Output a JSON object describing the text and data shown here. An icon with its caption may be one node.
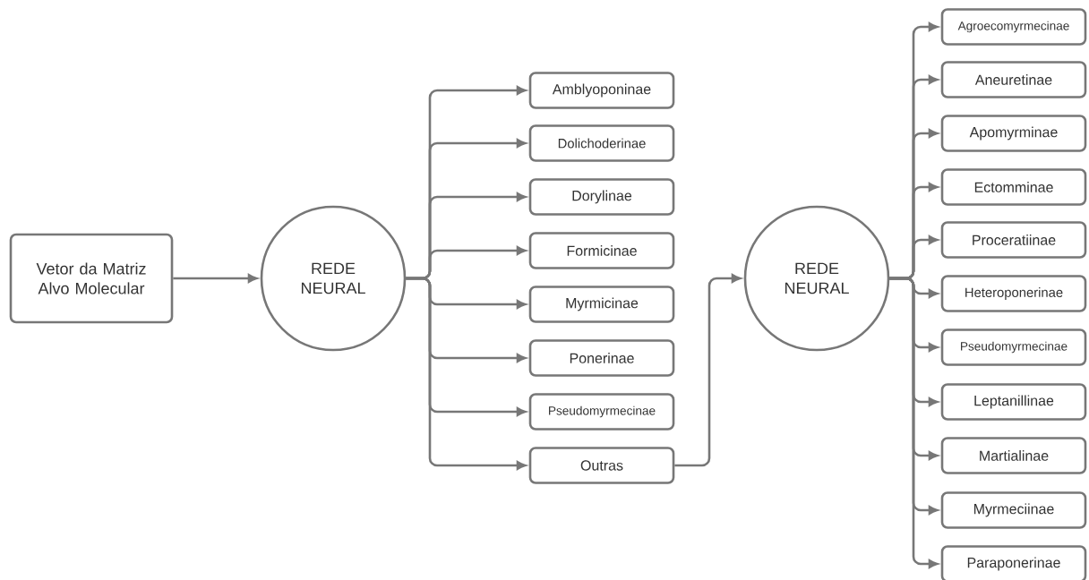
{
  "diagram": {
    "nodes": [
      {
        "text": [
          "Vetor da Matriz Alvo Molecular"
        ]
      },
      {
        "text": [
          "REDE NEURAL"
        ]
      },
      {
        "text": [
          "Amblyoponinae"
        ]
      },
      {
        "text": [
          "Dolichoderinae"
        ]
      },
      {
        "text": [
          "Dorylinae"
        ]
      },
      {
        "text": [
          "Formicinae"
        ]
      },
      {
        "text": [
          "Myrmicinae"
        ]
      },
      {
        "text": [
          "Ponerinae"
        ]
      },
      {
        "text": [
          "Pseudomyrmecinae"
        ]
      },
      {
        "text": [
          "Outras"
        ]
      },
      {
        "text": [
          "REDE NEURAL"
        ]
      },
      {
        "text": [
          "Agroecomyrmecinae"
        ]
      },
      {
        "text": [
          "Aneuretinae"
        ]
      },
      {
        "text": [
          "Apomyrminae"
        ]
      },
      {
        "text": [
          "Ectomminae"
        ]
      },
      {
        "text": [
          "Proceratiinae"
        ]
      },
      {
        "text": [
          "Heteroponerinae"
        ]
      },
      {
        "text": [
          "Pseudomyrmecinae"
        ]
      },
      {
        "text": [
          "Leptanillinae"
        ]
      },
      {
        "text": [
          "Martialinae"
        ]
      },
      {
        "text": [
          "Myrmeciinae"
        ]
      },
      {
        "text": [
          "Paraponerinae"
        ]
      }
    ],
    "edges": [
      {
        "from": 0,
        "to": 1,
        "arrow": "to"
      },
      {
        "from": 1,
        "to": 2,
        "arrow": "to"
      },
      {
        "from": 1,
        "to": 3,
        "arrow": "to"
      },
      {
        "from": 1,
        "to": 4,
        "arrow": "to"
      },
      {
        "from": 1,
        "to": 5,
        "arrow": "to"
      },
      {
        "from": 1,
        "to": 6,
        "arrow": "to"
      },
      {
        "from": 1,
        "to": 7,
        "arrow": "to"
      },
      {
        "from": 1,
        "to": 8,
        "arrow": "to"
      },
      {
        "from": 1,
        "to": 9,
        "arrow": "to"
      },
      {
        "from": 9,
        "to": 10,
        "arrow": "to"
      },
      {
        "from": 10,
        "to": 11,
        "arrow": "to"
      },
      {
        "from": 10,
        "to": 12,
        "arrow": "to"
      },
      {
        "from": 10,
        "to": 13,
        "arrow": "to"
      },
      {
        "from": 10,
        "to": 14,
        "arrow": "to"
      },
      {
        "from": 10,
        "to": 15,
        "arrow": "to"
      },
      {
        "from": 10,
        "to": 16,
        "arrow": "to"
      },
      {
        "from": 10,
        "to": 17,
        "arrow": "to"
      },
      {
        "from": 10,
        "to": 18,
        "arrow": "to"
      },
      {
        "from": 10,
        "to": 19,
        "arrow": "to"
      },
      {
        "from": 10,
        "to": 20,
        "arrow": "to"
      },
      {
        "from": 10,
        "to": 21,
        "arrow": "to"
      }
    ]
  }
}
